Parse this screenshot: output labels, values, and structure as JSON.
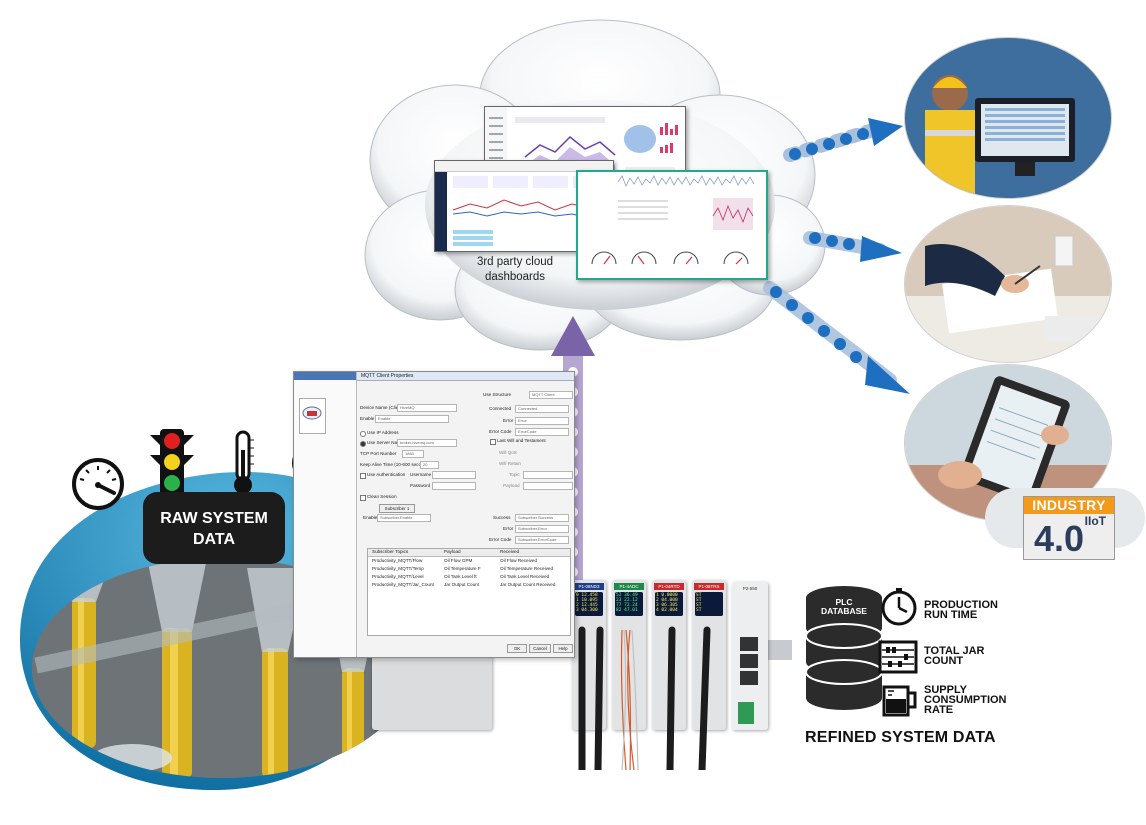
{
  "cloud": {
    "label_line1": "3rd party cloud",
    "label_line2": "dashboards"
  },
  "raw_data": {
    "label_line1": "RAW SYSTEM",
    "label_line2": "DATA"
  },
  "refined": {
    "title": "REFINED SYSTEM DATA",
    "db_line1": "PLC",
    "db_line2": "DATABASE",
    "metrics": [
      {
        "line1": "PRODUCTION",
        "line2": "RUN TIME",
        "line3": ""
      },
      {
        "line1": "TOTAL JAR",
        "line2": "COUNT",
        "line3": ""
      },
      {
        "line1": "SUPPLY",
        "line2": "CONSUMPTION",
        "line3": "RATE"
      }
    ]
  },
  "badge": {
    "top": "INDUSTRY",
    "iiot": "IIoT",
    "number": "4.0"
  },
  "mqtt_window": {
    "title": "MQTT Client Properties",
    "device_name_label": "Device Name (Client ID)",
    "device_name_value": "HiveMQ",
    "enable_label": "Enable",
    "enable_value": "Enable",
    "use_ip_label": "Use IP Address",
    "use_server_label": "Use Server Name",
    "server_value": "broker.hivemq.com",
    "tcp_port_label": "TCP Port Number",
    "tcp_port_value": "1883",
    "keep_alive_label": "Keep Alive Time (10-600 seconds)",
    "keep_alive_value": "20",
    "use_auth_label": "Use Authentication",
    "username_label": "Username",
    "password_label": "Password",
    "clean_session_label": "Clean Session",
    "use_structure_label": "Use Structure",
    "structure_value": "MQTT Client",
    "connected_label": "Connected",
    "connected_value": "Connected",
    "error_label": "Error",
    "error_value": "Error",
    "error_code_label": "Error Code",
    "error_code_value": "ErrorCode",
    "last_will_label": "Last Will and Testament",
    "will_qos_label": "Will QoS",
    "will_retain_label": "Will Retain",
    "topic_label": "Topic",
    "payload_label": "Payload",
    "subscriber_setup_label": "Subscriber 1 Setup",
    "enable_sub_label": "Enable",
    "enable_sub_value": "Subscriber.Enable",
    "success_label": "Success",
    "success_value": "Subscriber.Success",
    "error2_label": "Error",
    "error2_value": "Subscriber.Error",
    "error_code2_label": "Error Code",
    "error_code2_value": "Subscriber.ErrorCode",
    "table_headers": [
      "Subscriber Topics",
      "Payload",
      "Received"
    ],
    "table_rows": [
      [
        "Productivity_MQTT/Flow",
        "Oil Flow GPM",
        "Oil Flow Received"
      ],
      [
        "Productivity_MQTT/Temp",
        "Oil Temperature F",
        "Oil Temperature Received"
      ],
      [
        "Productivity_MQTT/Level",
        "Oil Tank Level ft",
        "Oil Tank Level Received"
      ],
      [
        "Productivity_MQTT/Jar_Count",
        "Jar Output Count",
        "Jar Output Count Received"
      ]
    ],
    "ok_label": "OK",
    "cancel_label": "Cancel",
    "help_label": "Help"
  },
  "plc": {
    "module_labels": [
      "P1-08ND3",
      "P1-4ADC",
      "P1-04RTD",
      "P1-08TRS",
      "P2-550"
    ],
    "screen_rows": [
      [
        "0 12.458",
        "1 10.095",
        "2 12.445",
        "3 04.300"
      ],
      [
        "52 36.49",
        "23 22.12",
        "77 72.24",
        "82 47.01"
      ],
      [
        "1 0.0000",
        "2 04.000",
        "3 06.305",
        "4 02.004"
      ],
      [
        "ST",
        "ST",
        "ST",
        "ST"
      ]
    ]
  },
  "colors": {
    "arrow_blue": "#1f6fc0",
    "arrow_dots": "#a9c0dc",
    "up_arrow": "#7b63a8",
    "teal_border": "#22a88a",
    "badge_orange": "#f29a1a",
    "badge_navy": "#2a3d5c"
  }
}
